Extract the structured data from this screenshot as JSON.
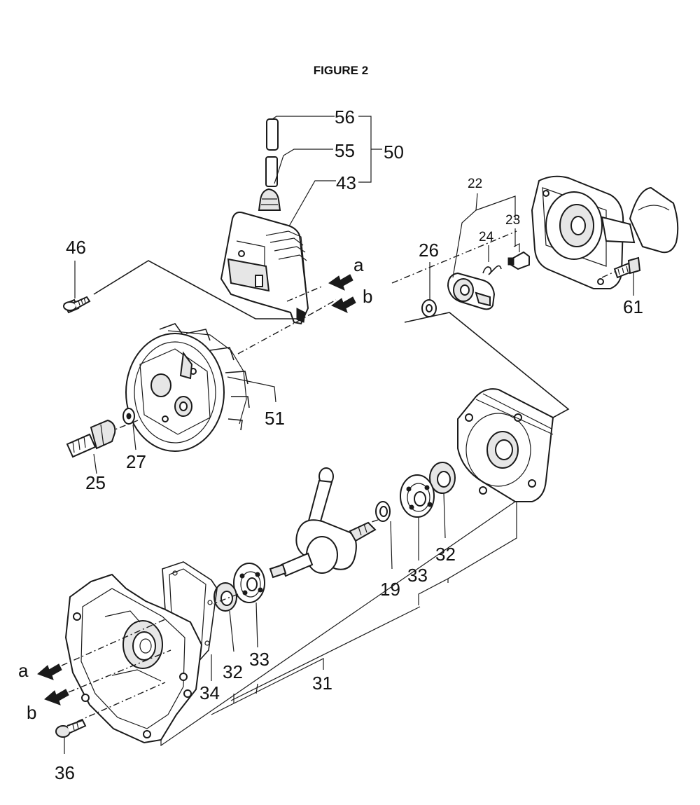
{
  "title": "FIGURE 2",
  "callouts": {
    "p56": "56",
    "p55": "55",
    "p50": "50",
    "p43": "43",
    "p46": "46",
    "pa_top": "a",
    "pb_top": "b",
    "p22": "22",
    "p23": "23",
    "p24": "24",
    "p26": "26",
    "p61": "61",
    "p51": "51",
    "p25": "25",
    "p27": "27",
    "p19": "19",
    "p33_right": "33",
    "p32_right": "32",
    "p32_left": "32",
    "p33_left": "33",
    "p31": "31",
    "p34": "34",
    "pa_bottom": "a",
    "pb_bottom": "b",
    "p36": "36"
  }
}
